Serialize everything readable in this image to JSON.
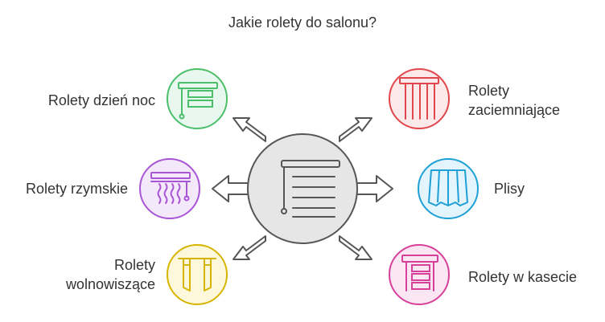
{
  "title": "Jakie rolety do salonu?",
  "center_icon": "roller-blind-icon",
  "options": {
    "dzien_noc": {
      "line1": "Rolety dzień noc",
      "line2": "",
      "icon": "day-night-blind-icon",
      "color": "#4cbf6b"
    },
    "rzymskie": {
      "line1": "Rolety rzymskie",
      "line2": "",
      "icon": "roman-blind-icon",
      "color": "#a855d6"
    },
    "wolnowiszace": {
      "line1": "Rolety",
      "line2": "wolnowiszące",
      "icon": "free-hanging-blind-icon",
      "color": "#d7b400"
    },
    "zaciemniajace": {
      "line1": "Rolety",
      "line2": "zaciemniające",
      "icon": "blackout-blind-icon",
      "color": "#e0474c"
    },
    "plisy": {
      "line1": "Plisy",
      "line2": "",
      "icon": "pleated-blind-icon",
      "color": "#1e9fd6"
    },
    "w_kasecie": {
      "line1": "Rolety w kasecie",
      "line2": "",
      "icon": "cassette-blind-icon",
      "color": "#d63f9a"
    }
  }
}
